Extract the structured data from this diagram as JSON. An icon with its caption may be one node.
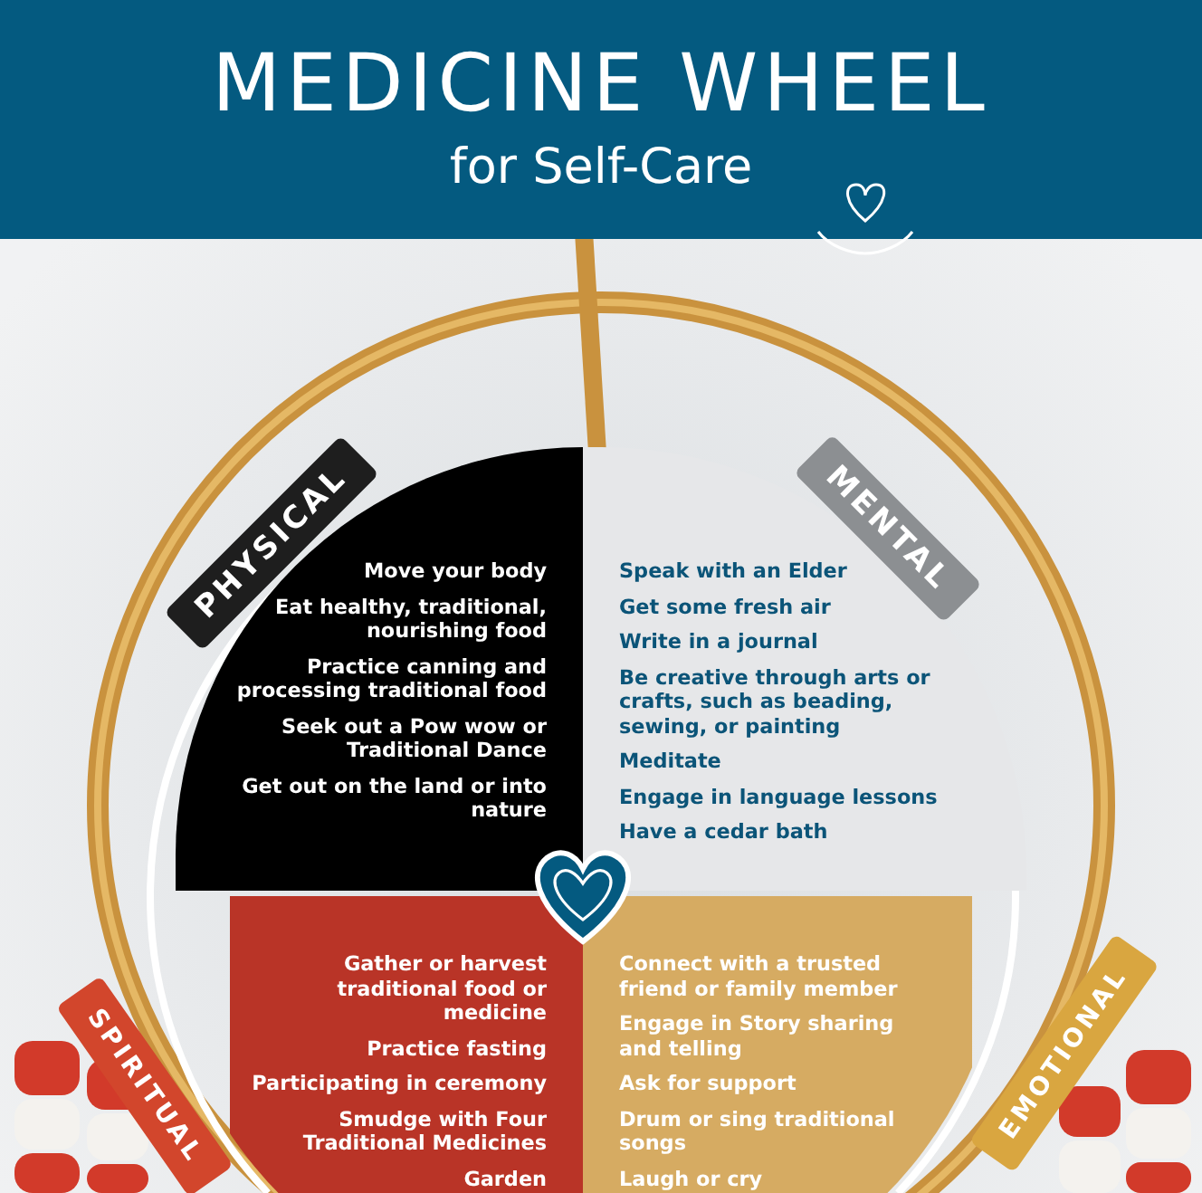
{
  "diagram": {
    "title": "MEDICINE WHEEL",
    "caption": "for Self-Care",
    "nodes": [
      {
        "text": [
          "PHYSICAL",
          "Move your body",
          "Eat healthy, traditional, nourishing food",
          "Practice canning and processing traditional food",
          "Seek out a Pow wow or Traditional Dance",
          "Get out on the land or into nature"
        ]
      },
      {
        "text": [
          "MENTAL",
          "Speak with an Elder",
          "Get some fresh air",
          "Write in a journal",
          "Be creative through arts or crafts, such as beading, sewing, or painting",
          "Meditate",
          "Engage in language lessons",
          "Have a cedar bath"
        ]
      },
      {
        "text": [
          "SPIRITUAL",
          "Gather or harvest traditional food or medicine",
          "Practice fasting",
          "Participating in ceremony",
          "Smudge with Four Traditional Medicines",
          "Garden"
        ]
      },
      {
        "text": [
          "EMOTIONAL",
          "Connect with a trusted friend or family member",
          "Engage in Story sharing and telling",
          "Ask for support",
          "Drum or sing traditional songs",
          "Laugh or cry"
        ]
      }
    ]
  }
}
